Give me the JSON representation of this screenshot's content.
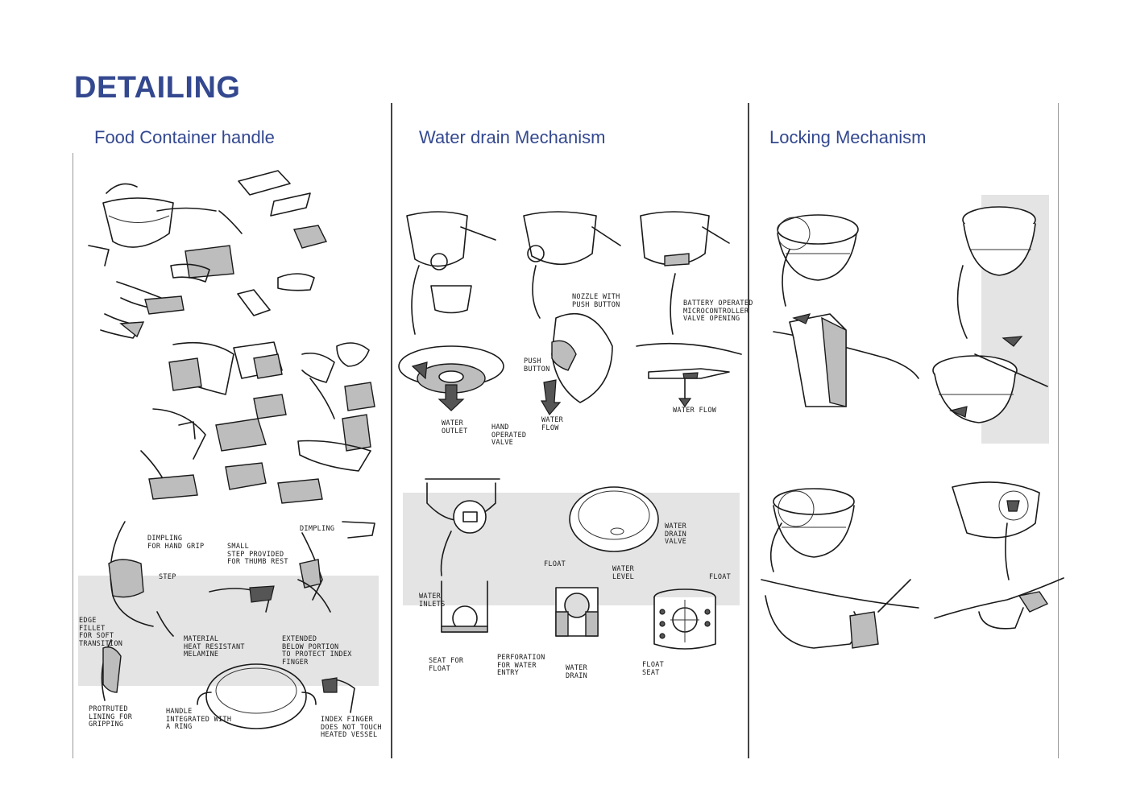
{
  "page_title": "DETAILING",
  "columns": [
    {
      "title": "Food Container handle"
    },
    {
      "title": "Water drain Mechanism"
    },
    {
      "title": "Locking Mechanism"
    }
  ],
  "annotations": {
    "handle": {
      "dimpling_hand_grip": "DIMPLING\nFOR HAND GRIP",
      "step": "STEP",
      "small_step": "SMALL\nSTEP PROVIDED\nFOR THUMB REST",
      "dimpling": "DIMPLING",
      "edge_fillet": "EDGE\nFILLET\nFOR SOFT\nTRANSITION",
      "material": "MATERIAL\nHEAT RESISTANT\nMELAMINE",
      "extended_portion": "EXTENDED\nBELOW PORTION\nTO PROTECT INDEX\nFINGER",
      "protruded_lining": "PROTRUTED\nLINING FOR\nGRIPPING",
      "handle_ring": "HANDLE\nINTEGRATED WITH\nA RING",
      "index_finger": "INDEX FINGER\nDOES NOT TOUCH\nHEATED VESSEL"
    },
    "drain": {
      "nozzle": "NOZZLE WITH\nPUSH BUTTON",
      "battery": "BATTERY OPERATED\nMICROCONTROLLER\nVALVE OPENING",
      "push_button": "PUSH\nBUTTON",
      "water_outlet": "WATER\nOUTLET",
      "hand_valve": "HAND\nOPERATED\nVALVE",
      "water_flow_1": "WATER\nFLOW",
      "water_flow_2": "WATER FLOW",
      "water_drain_valve": "WATER\nDRAIN\nVALVE",
      "float_1": "FLOAT",
      "water_level": "WATER\nLEVEL",
      "float_2": "FLOAT",
      "water_inlets": "WATER\nINLETS",
      "seat_float": "SEAT FOR\nFLOAT",
      "perforation": "PERFORATION\nFOR WATER\nENTRY",
      "water_drain": "WATER\nDRAIN",
      "float_seat": "FLOAT\nSEAT"
    }
  },
  "colors": {
    "title": "#33488f",
    "band": "#e4e4e4",
    "ink": "#1a1a1a"
  }
}
